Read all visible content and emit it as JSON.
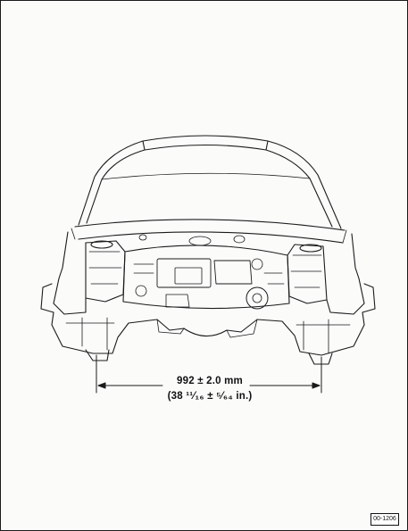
{
  "figure": {
    "dimension_mm": "992 ± 2.0 mm",
    "dimension_in": "(38 ¹¹⁄₁₆ ± ⁵⁄₆₄ in.)",
    "reference_tag": "00-1206"
  }
}
